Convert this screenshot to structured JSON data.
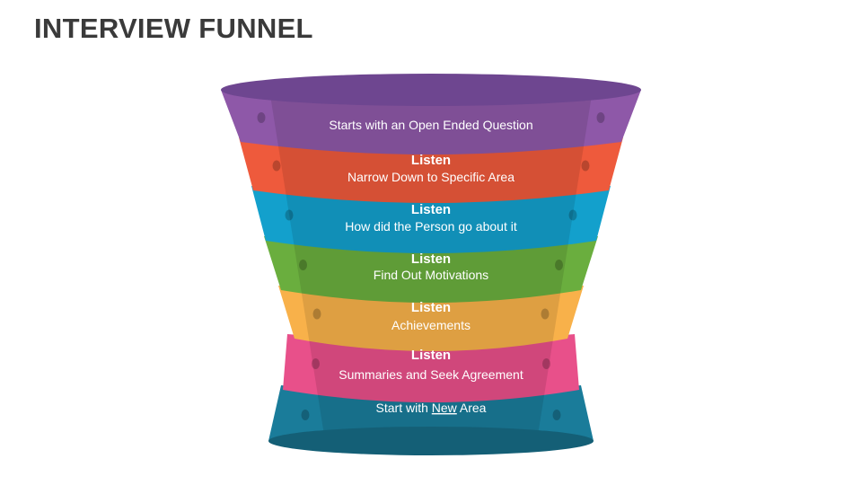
{
  "title": "INTERVIEW FUNNEL",
  "stages": [
    {
      "heading": "",
      "text": "Starts with an Open Ended Question",
      "color": "#8e58a8"
    },
    {
      "heading": "Listen",
      "text": "Narrow Down to Specific Area",
      "color": "#ee5a3c"
    },
    {
      "heading": "Listen",
      "text": "How did the Person go about it",
      "color": "#13a0cc"
    },
    {
      "heading": "Listen",
      "text": "Find Out Motivations",
      "color": "#6aae3e"
    },
    {
      "heading": "Listen",
      "text": "Achievements",
      "color": "#f8b14a"
    },
    {
      "heading": "Listen",
      "text": "Summaries and Seek Agreement",
      "color": "#e8508a"
    },
    {
      "heading": "",
      "text_before": "Start with ",
      "text_emphasis": "New",
      "text_after": " Area",
      "color": "#1a7c9a"
    }
  ],
  "rim_color": "#6e4690",
  "base_color": "#145f76"
}
